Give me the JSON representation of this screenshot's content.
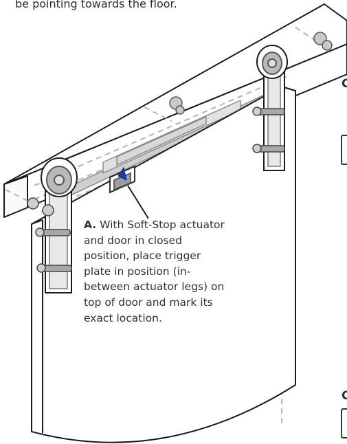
{
  "top_caption": "be pointing towards the floor.",
  "callout": {
    "label": "A.",
    "text": " With Soft-Stop actuator and door in closed position, place trigger plate in position (in-between actuator legs) on top of door and mark its exact location."
  },
  "edge_letters": [
    "C",
    "C"
  ],
  "colors": {
    "line": "#1a1a1a",
    "hardware_gray": "#9a9a9a",
    "dashed_hidden": "#b4b4b4",
    "accent_marker": "#1f3fb0"
  }
}
